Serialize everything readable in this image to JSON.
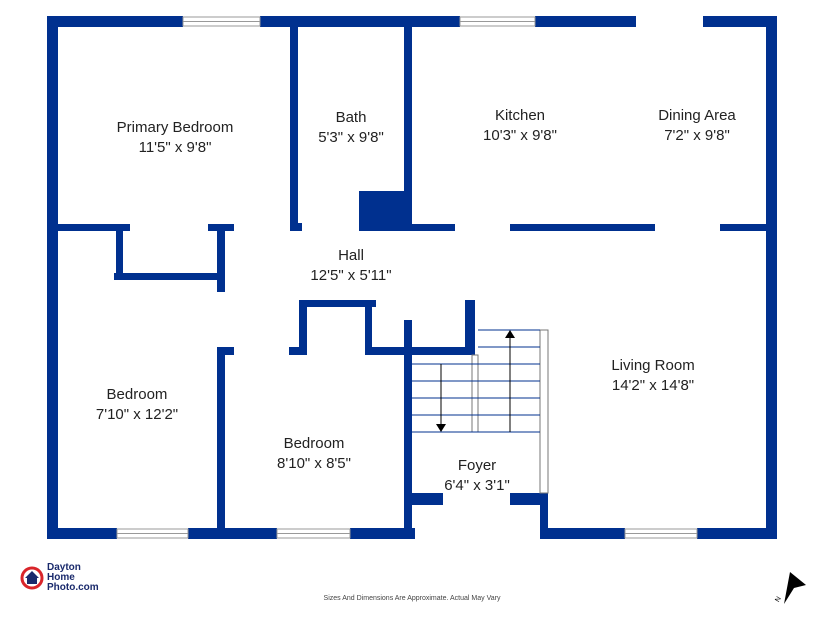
{
  "rooms": [
    {
      "name": "Primary Bedroom",
      "size": "11'5\" x 9'8\""
    },
    {
      "name": "Bath",
      "size": "5'3\" x 9'8\""
    },
    {
      "name": "Kitchen",
      "size": "10'3\" x 9'8\""
    },
    {
      "name": "Dining Area",
      "size": "7'2\" x 9'8\""
    },
    {
      "name": "Hall",
      "size": "12'5\" x 5'11\""
    },
    {
      "name": "Bedroom",
      "size": "7'10\" x 12'2\""
    },
    {
      "name": "Bedroom",
      "size": "8'10\" x 8'5\""
    },
    {
      "name": "Living Room",
      "size": "14'2\" x 14'8\""
    },
    {
      "name": "Foyer",
      "size": "6'4\" x 3'1\""
    }
  ],
  "footer": {
    "disclaimer": "Sizes And Dimensions Are Approximate. Actual May Vary",
    "logo_lines": [
      "Dayton",
      "Home",
      "Photo.com"
    ],
    "compass_label": "N"
  },
  "colors": {
    "wall": "#00308f",
    "logo_red": "#d9252a"
  }
}
